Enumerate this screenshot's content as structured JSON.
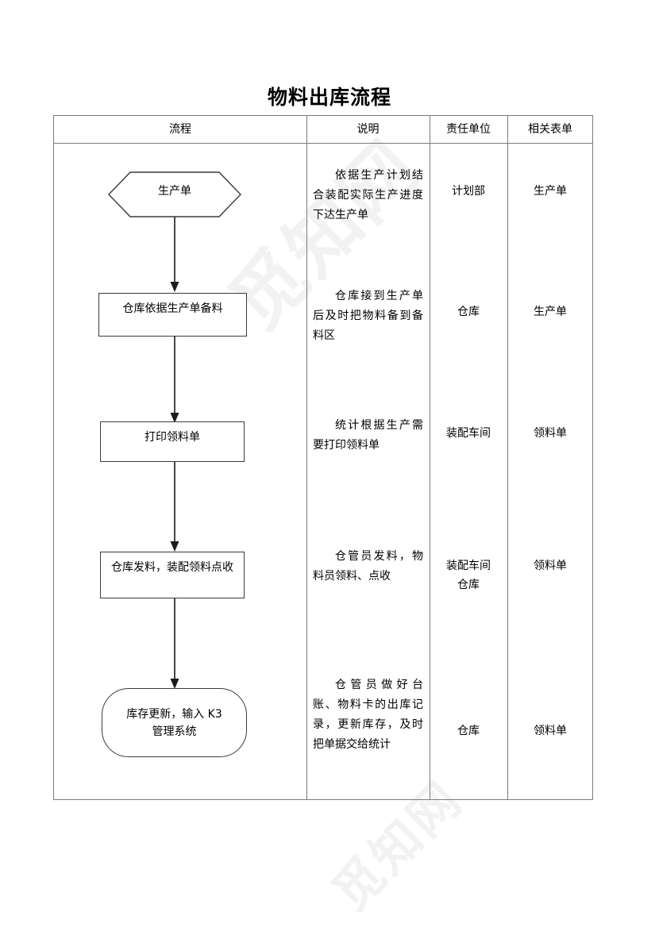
{
  "document": {
    "title": "物料出库流程",
    "watermark_main": "觅知网",
    "watermark_bottom": "觅知网"
  },
  "table": {
    "headers": [
      {
        "key": "flow",
        "label": "流程"
      },
      {
        "key": "desc",
        "label": "说明"
      },
      {
        "key": "unit",
        "label": "责任单位"
      },
      {
        "key": "form",
        "label": "相关表单"
      }
    ],
    "rows": [
      {
        "shape": "hexagon",
        "shape_label": "生产单",
        "description": "依据生产计划结合装配实际生产进度下达生产单",
        "unit": "计划部",
        "form": "生产单"
      },
      {
        "shape": "rectangle",
        "shape_label": "仓库依据生产单备料",
        "description": "仓库接到生产单后及时把物料备到备料区",
        "unit": "仓库",
        "form": "生产单"
      },
      {
        "shape": "rectangle",
        "shape_label": "打印领料单",
        "description": "统计根据生产需要打印领料单",
        "unit": "装配车间",
        "form": "领料单"
      },
      {
        "shape": "rectangle",
        "shape_label": "仓库发料，装配领料点收",
        "description": "仓管员发料，物料员领料、点收",
        "unit_line1": "装配车间",
        "unit_line2": "仓库",
        "form": "领料单"
      },
      {
        "shape": "rounded-rectangle",
        "shape_label_line1": "库存更新，输入 K3",
        "shape_label_line2": "管理系统",
        "description": "仓管员做好台账、物料卡的出库记录，更新库存，及时把单据交给统计",
        "unit": "仓库",
        "form": "领料单"
      }
    ]
  },
  "colors": {
    "border": "#7b7b7b",
    "shape_stroke": "#3a3a3a",
    "text": "#000000",
    "watermark": "#f2f2f2",
    "background": "#ffffff"
  }
}
